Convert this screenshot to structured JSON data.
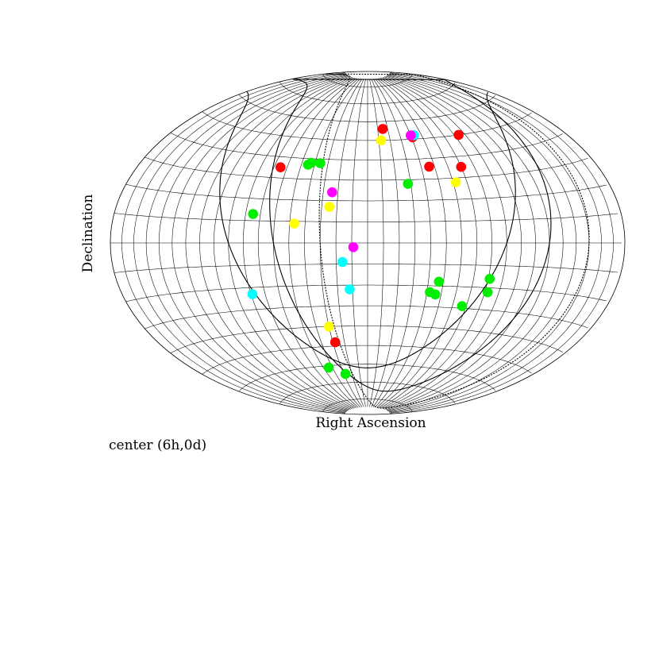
{
  "chart_data": {
    "type": "scatter",
    "projection": "aitoff-hammer",
    "grid": true,
    "xlabel": "Right Ascension",
    "ylabel": "Declination",
    "footnote": "center (6h,0d)",
    "point_colors": {
      "red": "#ff0000",
      "green": "#00ee00",
      "yellow": "#ffff00",
      "cyan": "#00ffff",
      "magenta": "#ff00ff"
    },
    "points": [
      {
        "ra": 174,
        "dec": 50,
        "color": "red"
      },
      {
        "ra": 160,
        "dec": 35,
        "color": "red"
      },
      {
        "ra": 131,
        "dec": 51,
        "color": "red"
      },
      {
        "ra": 136,
        "dec": 36,
        "color": "red"
      },
      {
        "ra": 105,
        "dec": 56,
        "color": "red"
      },
      {
        "ra": 25,
        "dec": 35,
        "color": "red"
      },
      {
        "ra": 62,
        "dec": -48,
        "color": "red"
      },
      {
        "ra": 152,
        "dec": 28,
        "color": "yellow"
      },
      {
        "ra": 102,
        "dec": 50,
        "color": "yellow"
      },
      {
        "ra": 65,
        "dec": 17,
        "color": "yellow"
      },
      {
        "ra": 43,
        "dec": 9,
        "color": "yellow"
      },
      {
        "ra": 60,
        "dec": -40,
        "color": "yellow"
      },
      {
        "ra": 133,
        "dec": 52,
        "color": "cyan"
      },
      {
        "ra": 74,
        "dec": -9,
        "color": "cyan"
      },
      {
        "ra": 78,
        "dec": -22,
        "color": "cyan"
      },
      {
        "ra": 11,
        "dec": -23,
        "color": "cyan"
      },
      {
        "ra": 130,
        "dec": 52,
        "color": "magenta"
      },
      {
        "ra": 66,
        "dec": 24,
        "color": "magenta"
      },
      {
        "ra": 81,
        "dec": -2,
        "color": "magenta"
      },
      {
        "ra": 118,
        "dec": 28,
        "color": "green"
      },
      {
        "ra": 54,
        "dec": 38,
        "color": "green"
      },
      {
        "ra": 47,
        "dec": 38,
        "color": "green"
      },
      {
        "ra": 45,
        "dec": 37,
        "color": "green"
      },
      {
        "ra": 15,
        "dec": 13,
        "color": "green"
      },
      {
        "ra": 171,
        "dec": -16,
        "color": "green"
      },
      {
        "ra": 172,
        "dec": -22,
        "color": "green"
      },
      {
        "ra": 137,
        "dec": -18,
        "color": "green"
      },
      {
        "ra": 136,
        "dec": -24,
        "color": "green"
      },
      {
        "ra": 132,
        "dec": -23,
        "color": "green"
      },
      {
        "ra": 157,
        "dec": -29,
        "color": "green"
      },
      {
        "ra": 62,
        "dec": -65,
        "color": "green"
      },
      {
        "ra": 46,
        "dec": -61,
        "color": "green"
      }
    ]
  }
}
